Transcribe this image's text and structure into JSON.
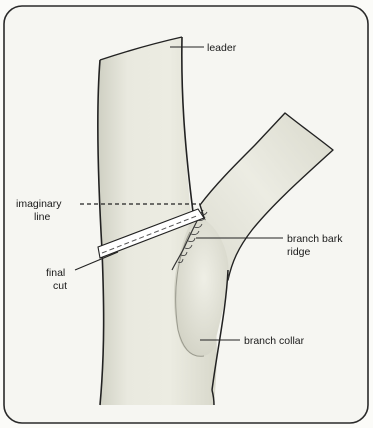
{
  "labels": {
    "leader": "leader",
    "imaginary_line_1": "imaginary",
    "imaginary_line_2": "line",
    "final_cut_1": "final",
    "final_cut_2": "cut",
    "branch_bark_ridge_1": "branch bark",
    "branch_bark_ridge_2": "ridge",
    "branch_collar": "branch collar"
  },
  "colors": {
    "panel_fill": "#f6f6f2",
    "panel_border": "#2a2a2a",
    "bark": "#e7e7dc",
    "bark_shade": "#d2d2c4",
    "outline": "#222222"
  }
}
